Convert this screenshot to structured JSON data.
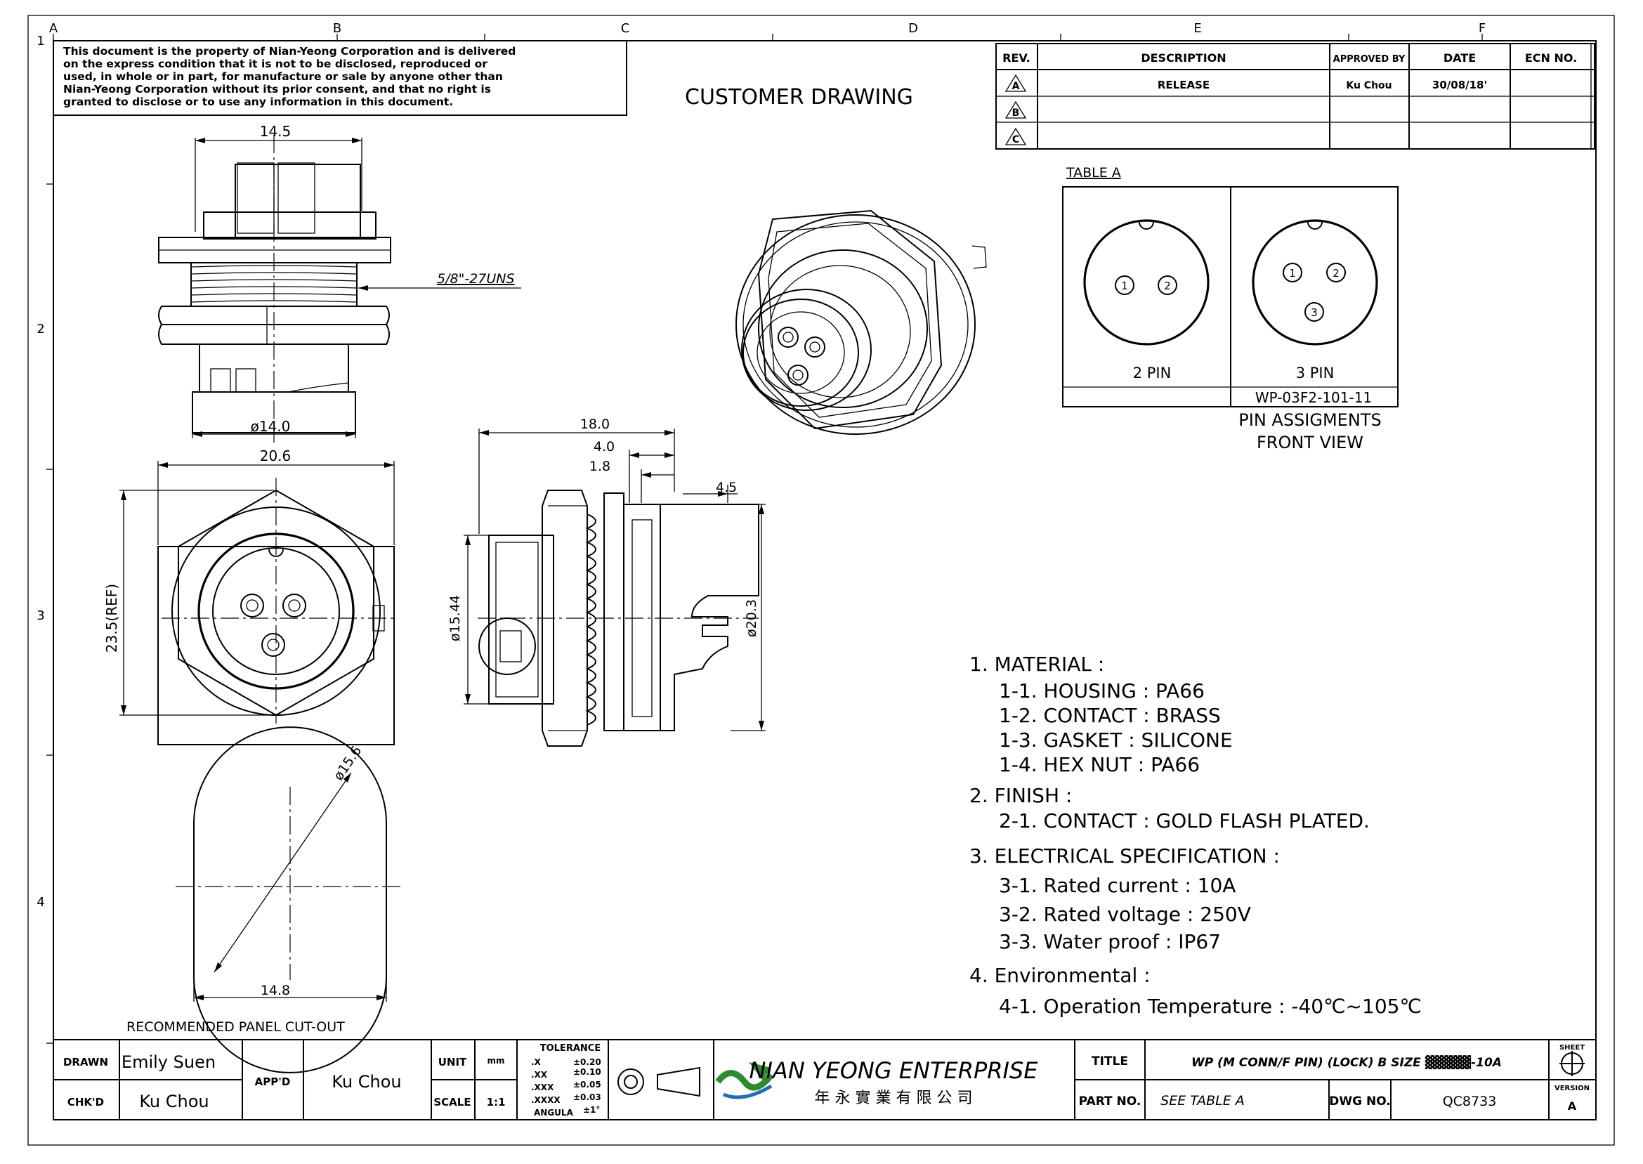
{
  "frame": {
    "col_labels": [
      "A",
      "B",
      "C",
      "D",
      "E",
      "F"
    ],
    "row_labels": [
      "1",
      "2",
      "3",
      "4"
    ]
  },
  "notice": {
    "lines": [
      "This document is the property of Nian-Yeong Corporation and is delivered",
      "on  the  express condition that it is not to be disclosed, reproduced or",
      "used, in whole or in part, for manufacture or sale by anyone other than",
      "Nian-Yeong Corporation without  its prior consent, and that  no right  is",
      "granted to disclose or to use any information in this  document."
    ]
  },
  "customer_drawing": "CUSTOMER DRAWING",
  "revision_table": {
    "headers": [
      "REV.",
      "DESCRIPTION",
      "APPROVED BY",
      "DATE",
      "ECN NO."
    ],
    "rows": [
      {
        "rev": "A",
        "description": "RELEASE",
        "approved_by": "Ku Chou",
        "date": "30/08/18'",
        "ecn": ""
      },
      {
        "rev": "B",
        "description": "",
        "approved_by": "",
        "date": "",
        "ecn": ""
      },
      {
        "rev": "C",
        "description": "",
        "approved_by": "",
        "date": "",
        "ecn": ""
      }
    ]
  },
  "table_a": {
    "title": "TABLE A",
    "pins": [
      {
        "label": "2 PIN",
        "numbers": [
          "1",
          "2"
        ]
      },
      {
        "label": "3 PIN",
        "numbers": [
          "1",
          "2",
          "3"
        ]
      }
    ],
    "part_number": "WP-03F2-101-11",
    "caption_line1": "PIN  ASSIGMENTS",
    "caption_line2": "FRONT  VIEW"
  },
  "dimensions": {
    "top_width": "14.5",
    "thread": "5/8\"-27UNS",
    "top_dia": "ø14.0",
    "front_width": "20.6",
    "front_height": "23.5(REF)",
    "side_length": "18.0",
    "side_4": "4.0",
    "side_1_8": "1.8",
    "side_4_5": "4.5",
    "side_dia_15": "ø15.44",
    "side_dia_20": "ø20.3",
    "cut_dia": "ø15.6",
    "cut_flat": "14.8",
    "cut_caption": "RECOMMENDED  PANEL  CUT-OUT"
  },
  "notes": [
    {
      "text": "1.  MATERIAL  :",
      "indent": 0
    },
    {
      "text": "1-1.  HOUSING  :  PA66",
      "indent": 1
    },
    {
      "text": "1-2.  CONTACT  :  BRASS",
      "indent": 1
    },
    {
      "text": "1-3.  GASKET  :  SILICONE",
      "indent": 1
    },
    {
      "text": "1-4.  HEX  NUT  :  PA66",
      "indent": 1
    },
    {
      "text": "2.  FINISH  :",
      "indent": 0
    },
    {
      "text": "2-1.  CONTACT  :  GOLD  FLASH  PLATED.",
      "indent": 1
    },
    {
      "text": "3.  ELECTRICAL  SPECIFICATION  :",
      "indent": 0
    },
    {
      "text": "3-1.  Rated  current  :  10A",
      "indent": 1
    },
    {
      "text": "3-2.  Rated  voltage  :  250V",
      "indent": 1
    },
    {
      "text": "3-3.  Water  proof  :  IP67",
      "indent": 1
    },
    {
      "text": "4.  Environmental  :",
      "indent": 0
    },
    {
      "text": "4-1.  Operation  Temperature  :  -40℃~105℃",
      "indent": 1
    }
  ],
  "title_block": {
    "drawn_label": "DRAWN",
    "drawn_value": "Emily Suen",
    "chkd_label": "CHK'D",
    "chkd_value": "Ku Chou",
    "appd_label": "APP'D",
    "appd_value": "Ku Chou",
    "unit_label": "UNIT",
    "unit_value": "mm",
    "scale_label": "SCALE",
    "scale_value": "1:1",
    "tolerance_title": "TOLERANCE",
    "tolerances": [
      {
        "k": ".X",
        "v": "±0.20"
      },
      {
        "k": ".XX",
        "v": "±0.10"
      },
      {
        "k": ".XXX",
        "v": "±0.05"
      },
      {
        "k": ".XXXX",
        "v": "±0.03"
      },
      {
        "k": "ANGULA",
        "v": "±1°"
      }
    ],
    "company_en": "NIAN YEONG ENTERPRISE",
    "company_zh": "年 永 實 業 有 限 公 司",
    "title_label": "TITLE",
    "title_value": "WP (M CONN/F PIN) (LOCK) B SIZE ▓▓▓▓▓-10A",
    "part_label": "PART NO.",
    "part_value": "SEE TABLE A",
    "dwg_label": "DWG NO.",
    "dwg_value": "QC8733",
    "sheet_label": "SHEET",
    "version_label": "VERSION",
    "version_value": "A"
  }
}
